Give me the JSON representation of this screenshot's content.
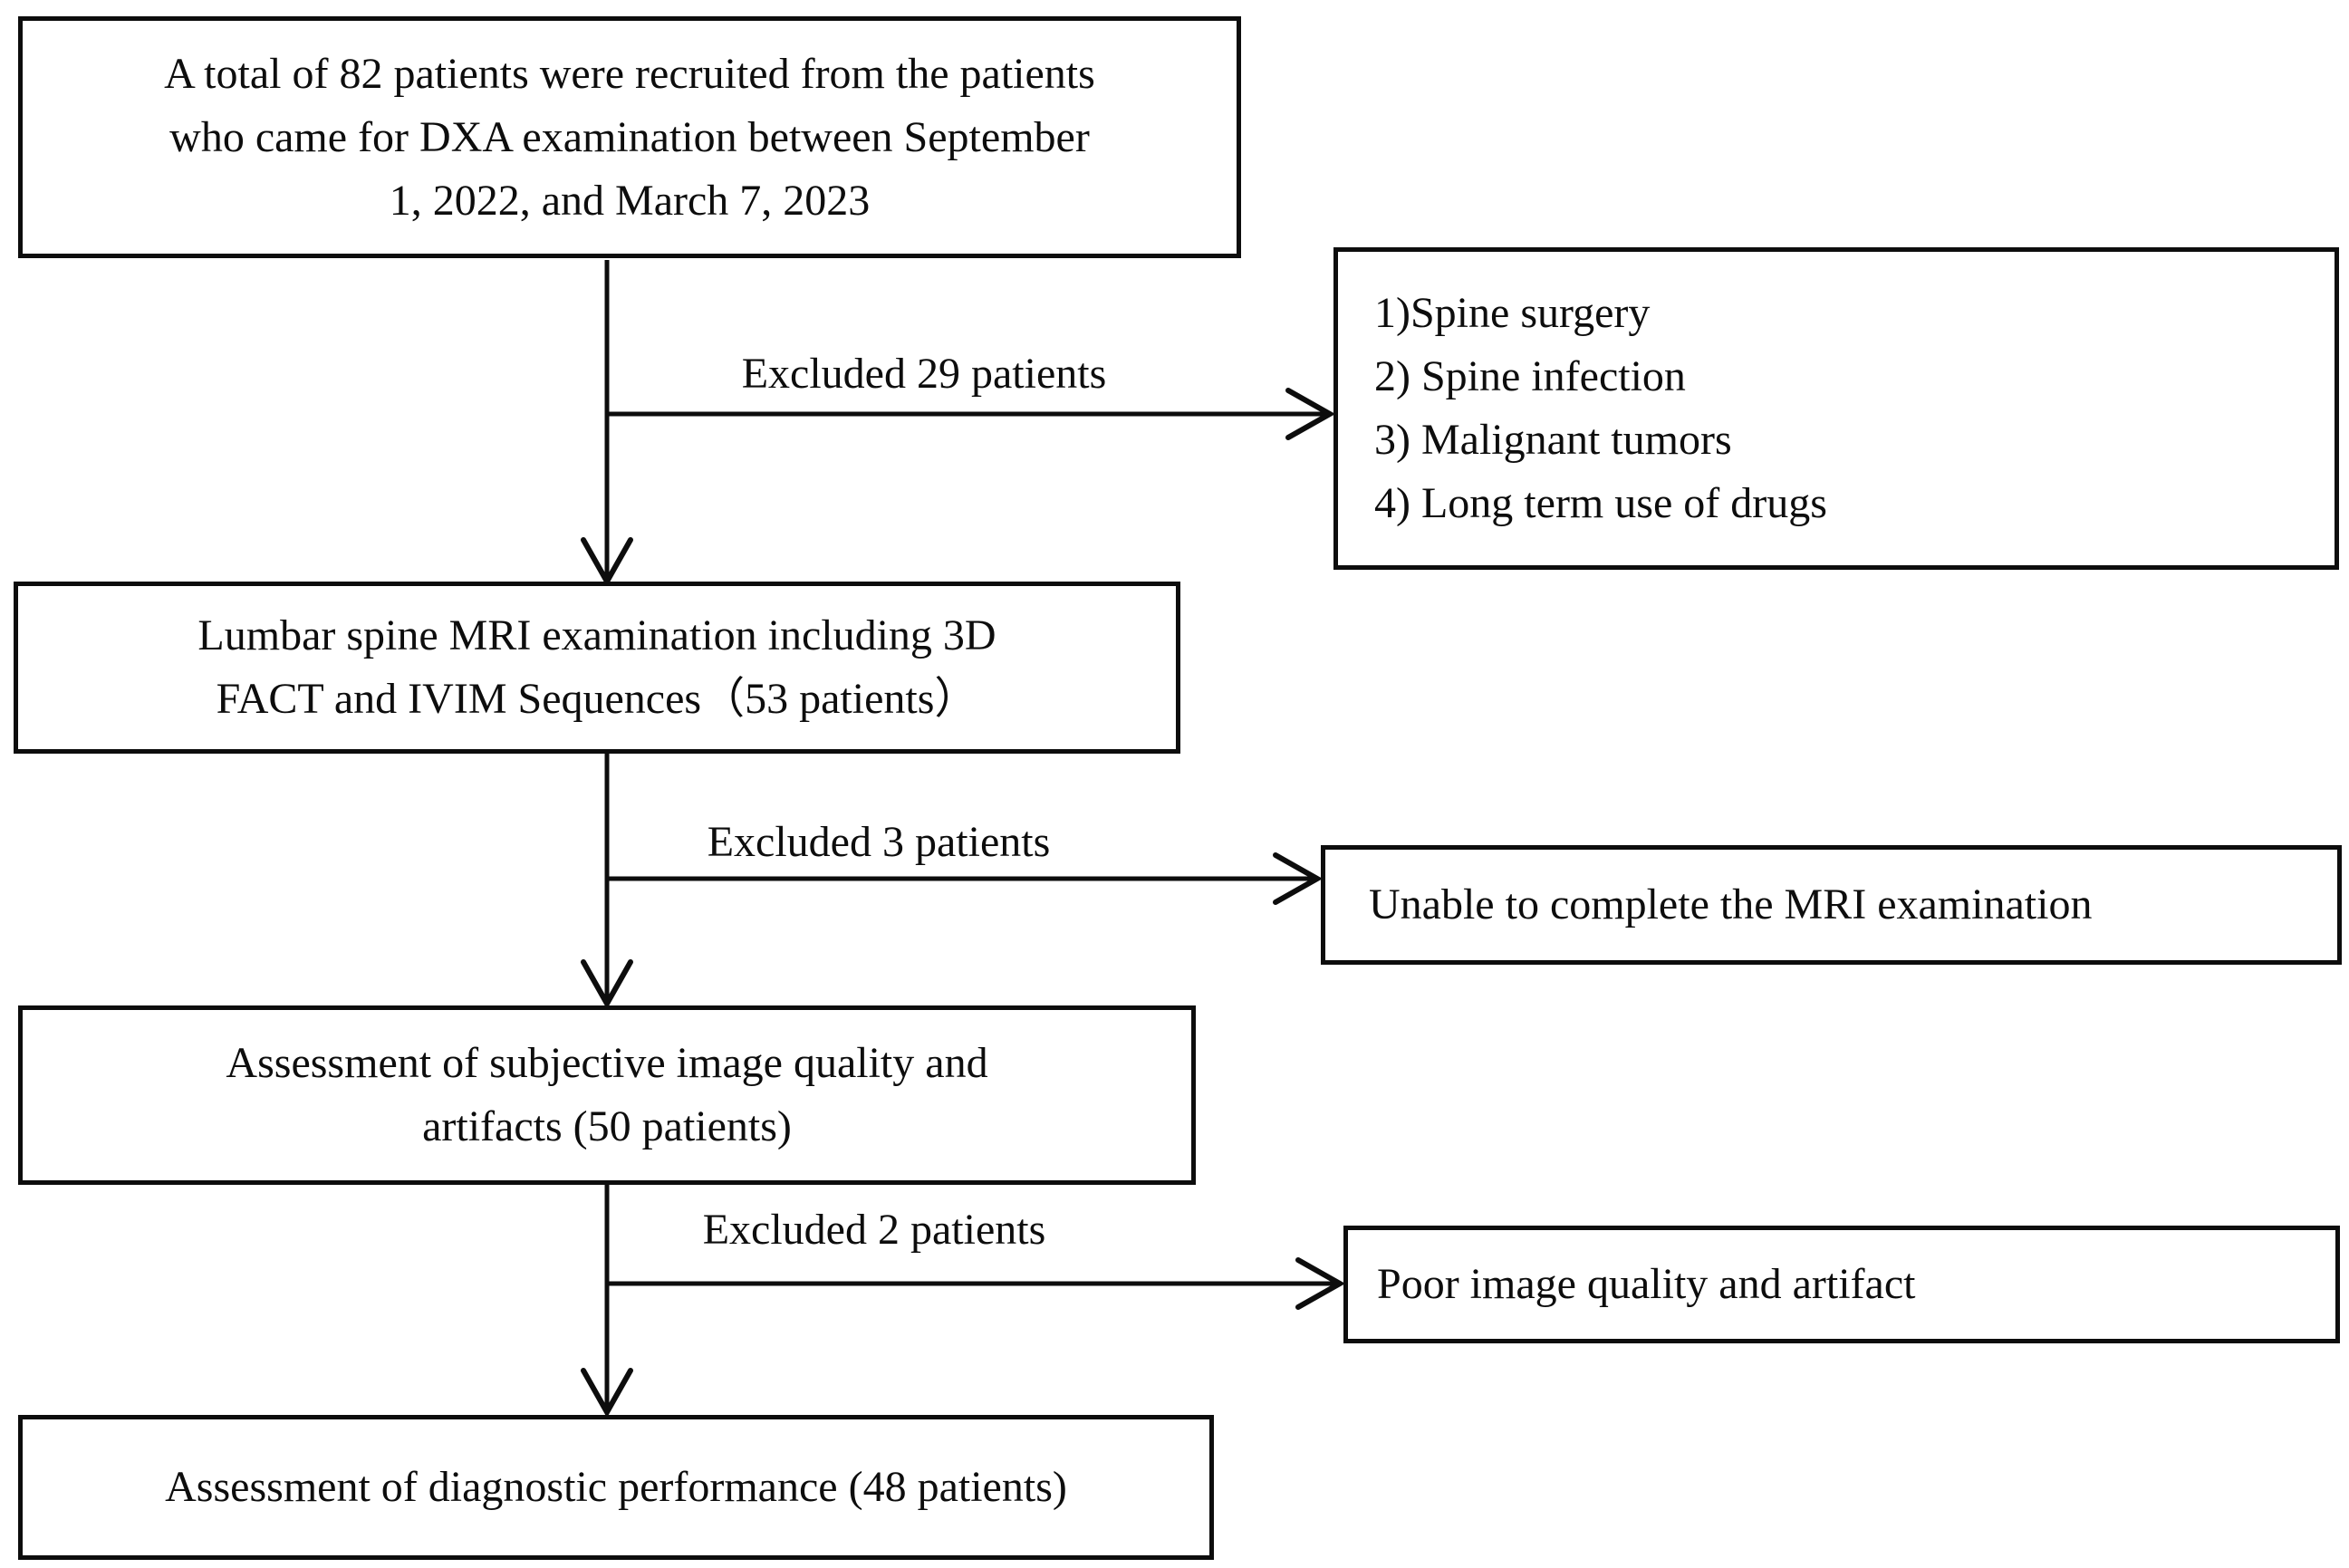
{
  "figure": {
    "type": "patient-recruitment-flowchart",
    "colors": {
      "ink": "#0d0d0d",
      "background": "#ffffff"
    },
    "boxes": {
      "recruited": {
        "lines": [
          "A total of 82 patients were recruited from the patients",
          "who came for DXA examination between September",
          "1, 2022, and March 7, 2023"
        ]
      },
      "exclusion_reasons": {
        "lines": [
          "1)Spine surgery",
          "2) Spine infection",
          "3) Malignant tumors",
          "4) Long term use of drugs"
        ]
      },
      "mri": {
        "lines": [
          "Lumbar spine MRI examination including 3D",
          "FACT and IVIM Sequences（53 patients）"
        ]
      },
      "unable_mri": {
        "text": "Unable to complete the MRI examination"
      },
      "subjective": {
        "lines": [
          "Assessment of subjective image quality and",
          "artifacts (50 patients)"
        ]
      },
      "poor_quality": {
        "text": "Poor image quality and artifact"
      },
      "diagnostic": {
        "text": "Assessment of diagnostic performance (48 patients)"
      }
    },
    "arrow_labels": {
      "excluded_29": "Excluded 29 patients",
      "excluded_3": "Excluded 3 patients",
      "excluded_2": "Excluded 2 patients"
    }
  }
}
